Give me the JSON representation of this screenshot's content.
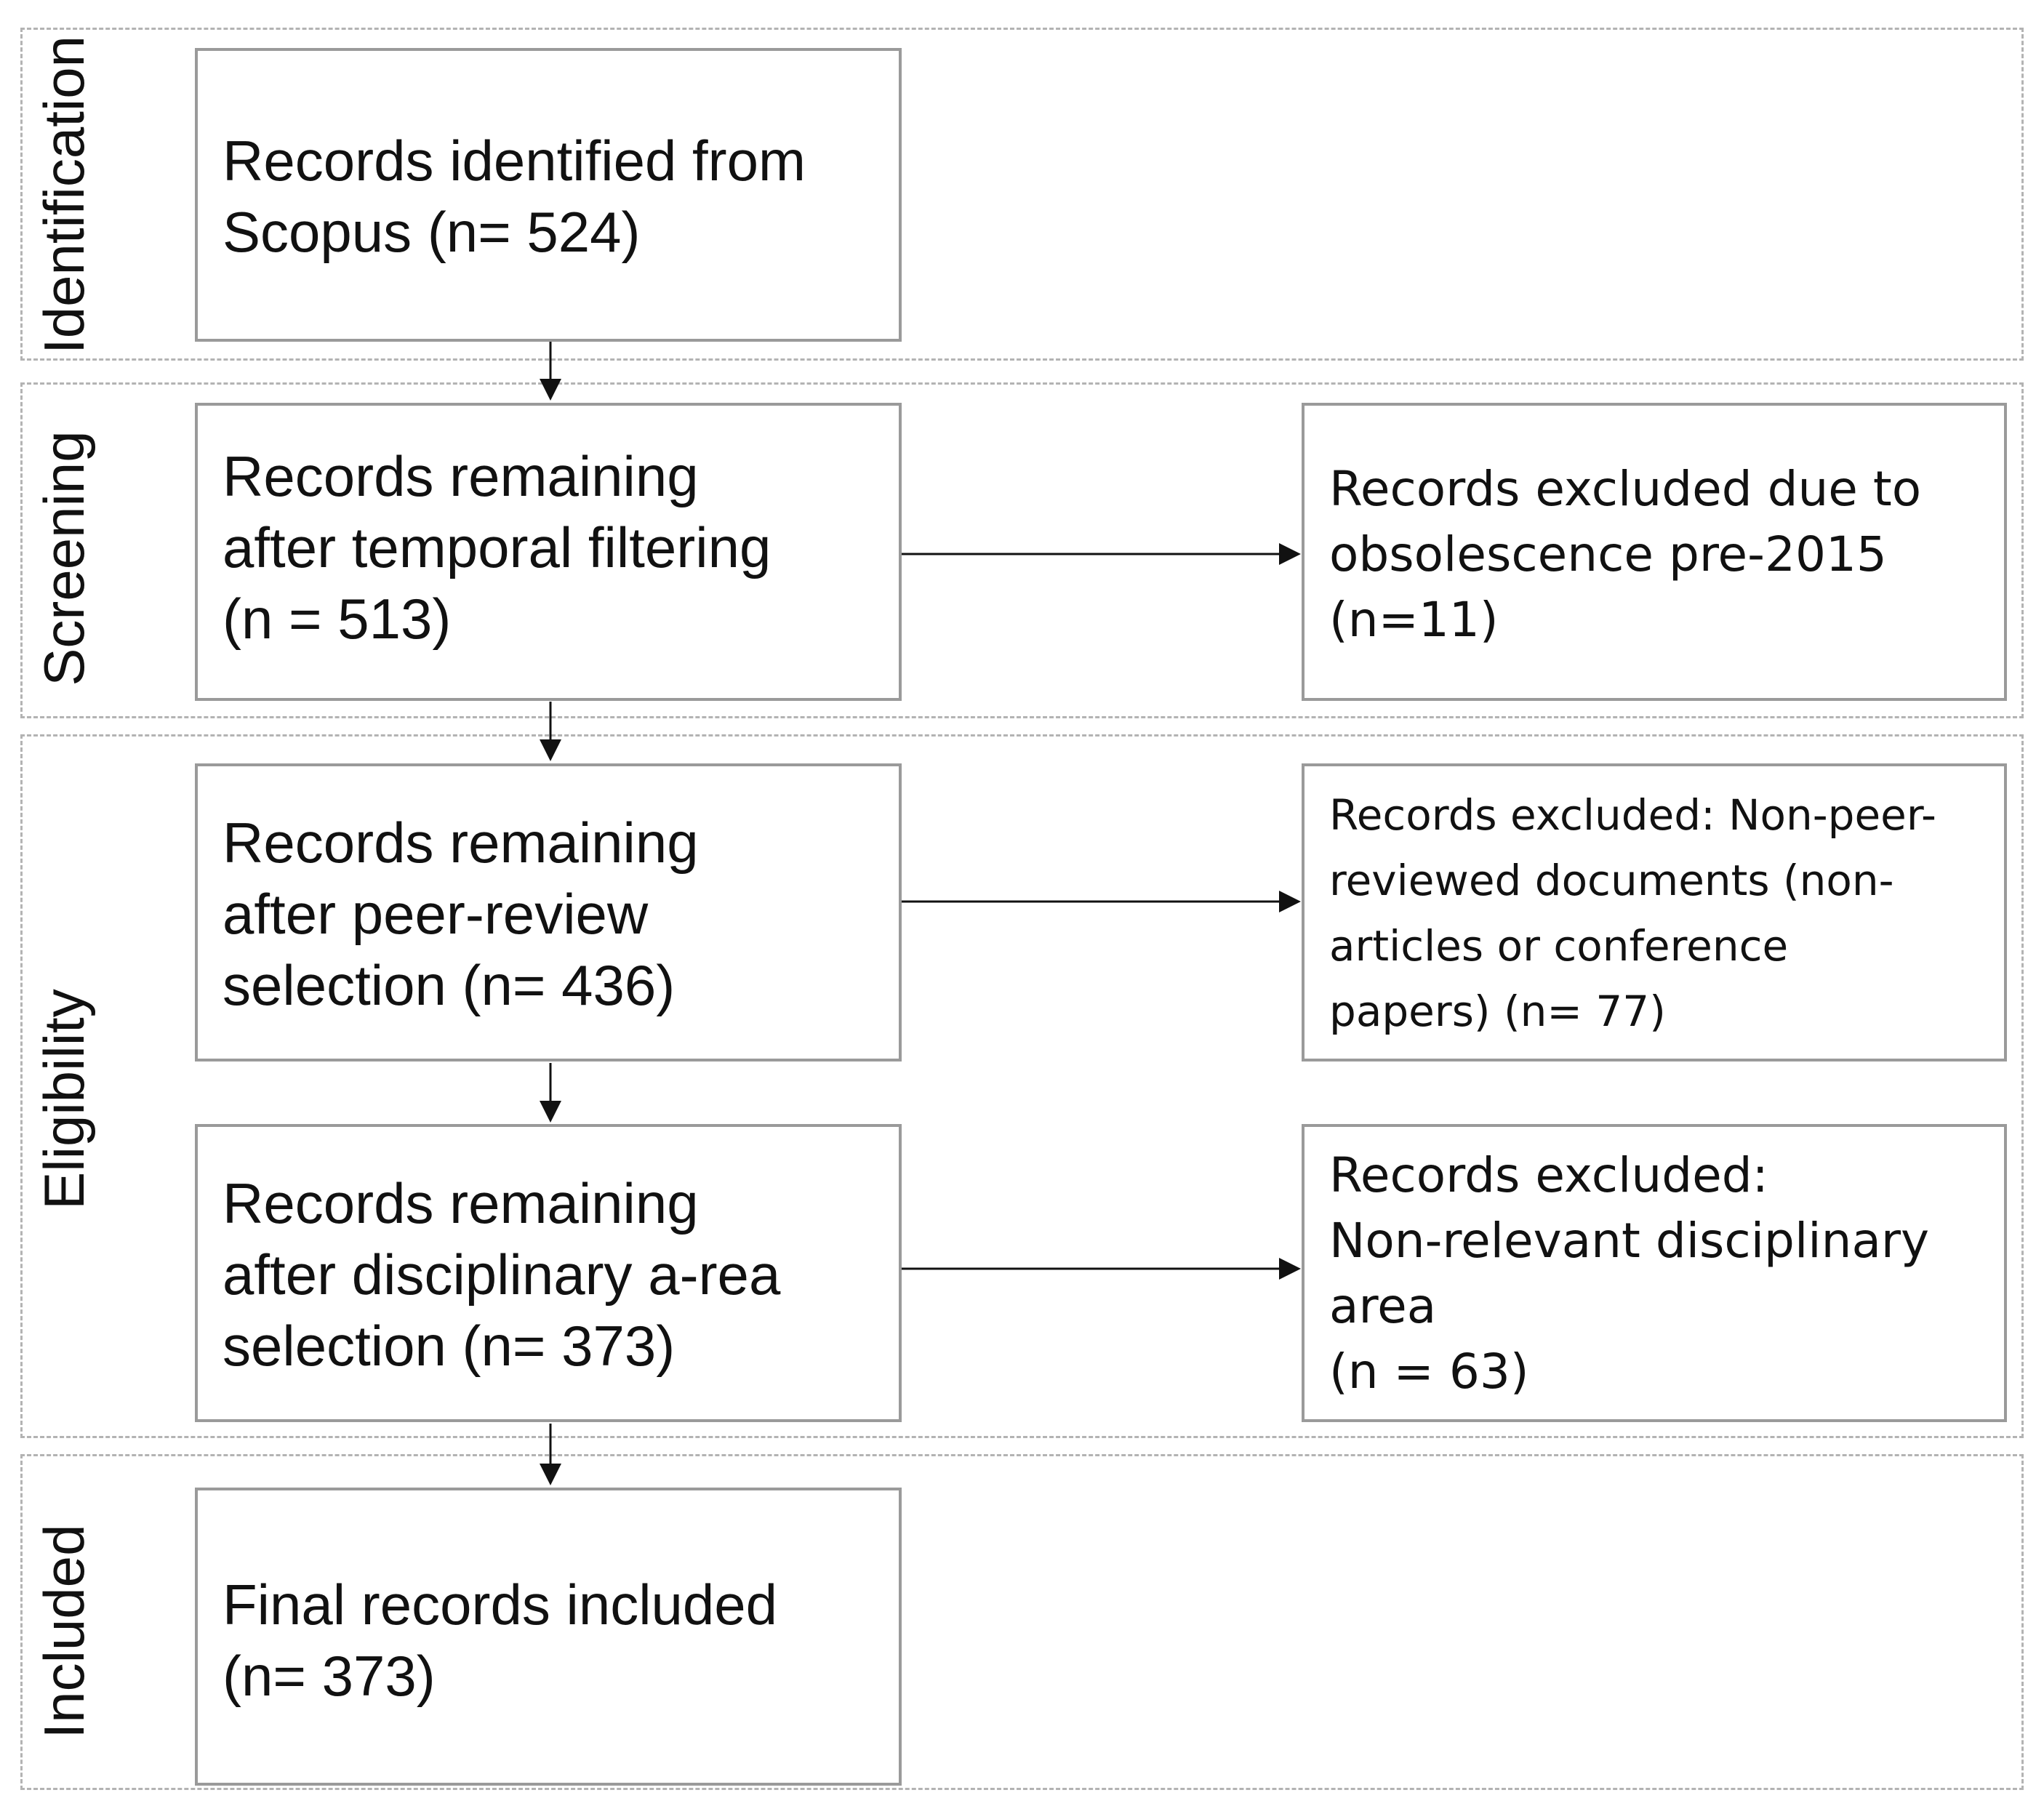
{
  "stages": {
    "identification": "Identification",
    "screening": "Screening",
    "eligibility": "Eligibility",
    "included": "Included"
  },
  "boxes": {
    "identified": [
      "Records identified from",
      "Scopus (n= 524)"
    ],
    "temporal": [
      "Records remaining",
      "after temporal filtering",
      "(n = 513)"
    ],
    "excluded_temporal": [
      "Records excluded due to",
      "obsolescence pre-2015",
      "(n=11)"
    ],
    "peer_review": [
      "Records remaining",
      "after peer-review",
      "selection (n= 436)"
    ],
    "excluded_peer": [
      "Records excluded: Non-peer-",
      "reviewed documents (non-",
      "articles or conference",
      "papers) (n= 77)"
    ],
    "disciplinary": [
      "Records remaining",
      "after disciplinary a-rea",
      "selection (n= 373)"
    ],
    "excluded_discipline": [
      "Records excluded:",
      "Non-relevant disciplinary",
      "area",
      "(n = 63)"
    ],
    "final": [
      "Final records included",
      "(n= 373)"
    ]
  }
}
